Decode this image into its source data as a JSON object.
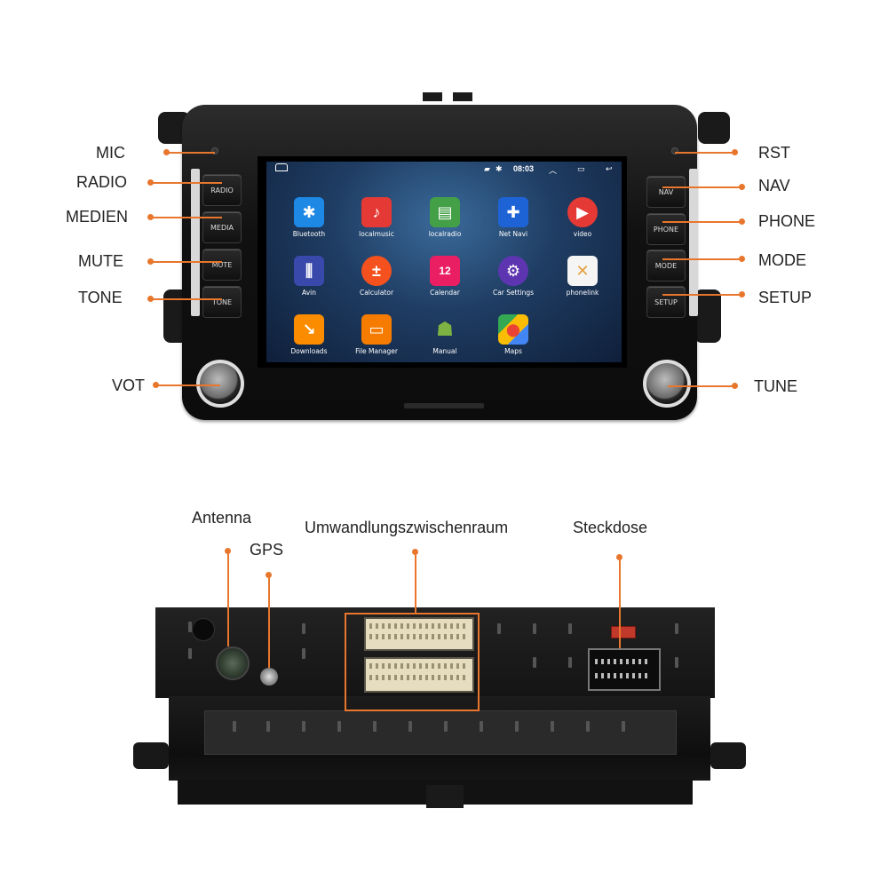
{
  "front_labels": {
    "left": [
      "MIC",
      "RADIO",
      "MEDIEN",
      "MUTE",
      "TONE",
      "VOT"
    ],
    "right": [
      "RST",
      "NAV",
      "PHONE",
      "MODE",
      "SETUP",
      "TUNE"
    ]
  },
  "buttons": {
    "left": [
      "RADIO",
      "MEDIA",
      "MUTE",
      "TONE"
    ],
    "right": [
      "NAV",
      "PHONE",
      "MODE",
      "SETUP"
    ]
  },
  "status_bar": {
    "time": "08:03"
  },
  "apps": [
    {
      "label": "Bluetooth",
      "icon": "bluetooth-icon",
      "color": "#1e88e5",
      "glyph": "✱"
    },
    {
      "label": "localmusic",
      "icon": "music-icon",
      "color": "#e53935",
      "glyph": "♪"
    },
    {
      "label": "localradio",
      "icon": "radio-icon",
      "color": "#43a047",
      "glyph": "▤"
    },
    {
      "label": "Net Navi",
      "icon": "compass-icon",
      "color": "#1e63d6",
      "glyph": "✚"
    },
    {
      "label": "video",
      "icon": "video-play-icon",
      "color": "#e53935",
      "glyph": "▶"
    },
    {
      "label": "Avin",
      "icon": "equalizer-icon",
      "color": "#3949ab",
      "glyph": "⫼"
    },
    {
      "label": "Calculator",
      "icon": "calculator-icon",
      "color": "#f4511e",
      "glyph": "±"
    },
    {
      "label": "Calendar",
      "icon": "calendar-icon",
      "color": "#e91e63",
      "glyph": "12"
    },
    {
      "label": "Car Settings",
      "icon": "gear-icon",
      "color": "#5e35b1",
      "glyph": "⚙"
    },
    {
      "label": "phonelink",
      "icon": "phonelink-icon",
      "color": "#f5f5f5",
      "glyph": "✕"
    },
    {
      "label": "Downloads",
      "icon": "download-icon",
      "color": "#fb8c00",
      "glyph": "↘"
    },
    {
      "label": "File Manager",
      "icon": "folder-icon",
      "color": "#f57c00",
      "glyph": "▭"
    },
    {
      "label": "Manual",
      "icon": "android-icon",
      "color": "#2e7d32",
      "glyph": "☗"
    },
    {
      "label": "Maps",
      "icon": "map-pin-icon",
      "color": "#ffffff",
      "glyph": "⬤"
    }
  ],
  "rear_labels": {
    "antenna": "Antenna",
    "gps": "GPS",
    "conversion": "Umwandlungszwischenraum",
    "socket": "Steckdose"
  },
  "colors": {
    "accent": "#e8762c"
  }
}
